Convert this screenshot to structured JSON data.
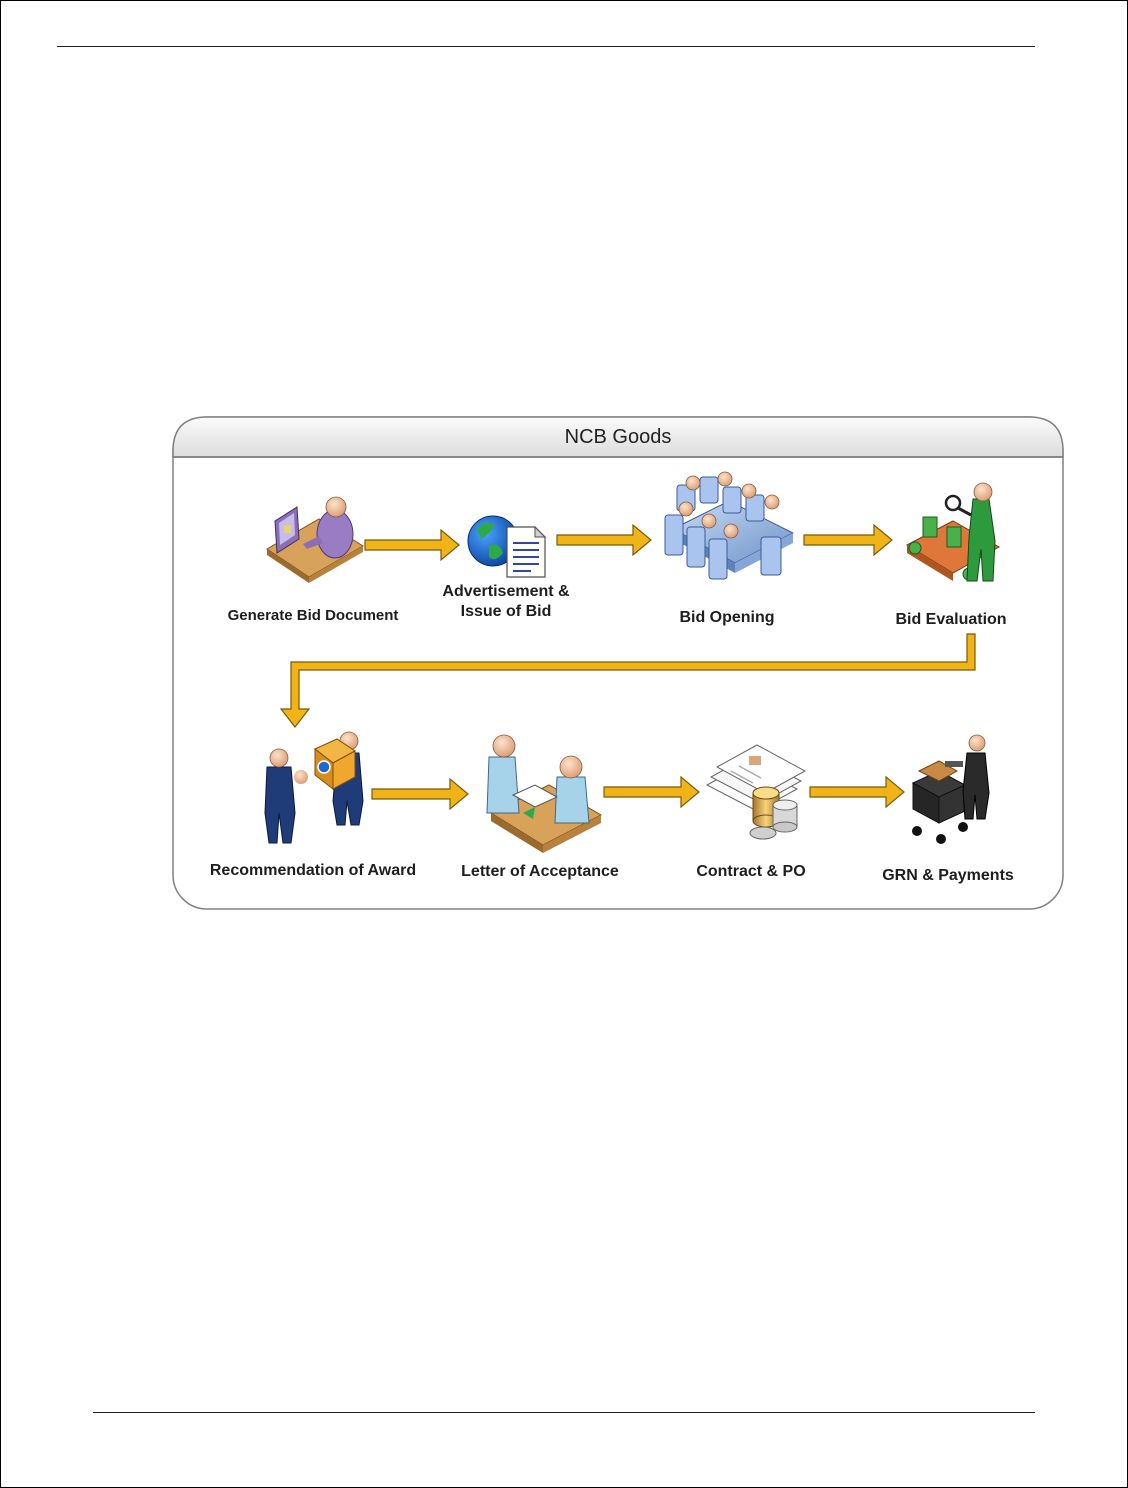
{
  "diagram": {
    "title": "NCB Goods",
    "steps": [
      {
        "label": "Generate Bid Document",
        "icon": "person-at-computer-icon"
      },
      {
        "label1": "Advertisement &",
        "label2": "Issue of Bid",
        "icon": "globe-document-icon"
      },
      {
        "label": "Bid Opening",
        "icon": "meeting-table-icon"
      },
      {
        "label": "Bid Evaluation",
        "icon": "inspector-conveyor-icon"
      },
      {
        "label": "Recommendation of Award",
        "icon": "people-handing-box-icon"
      },
      {
        "label": "Letter of Acceptance",
        "icon": "handshake-desk-icon"
      },
      {
        "label": "Contract & PO",
        "icon": "documents-coins-icon"
      },
      {
        "label": "GRN & Payments",
        "icon": "person-with-cart-icon"
      }
    ],
    "colors": {
      "arrow": "#f0b418",
      "arrow_outline": "#7a5a08",
      "panel_header": "#ececec",
      "panel_border": "#7a7a7a"
    }
  }
}
